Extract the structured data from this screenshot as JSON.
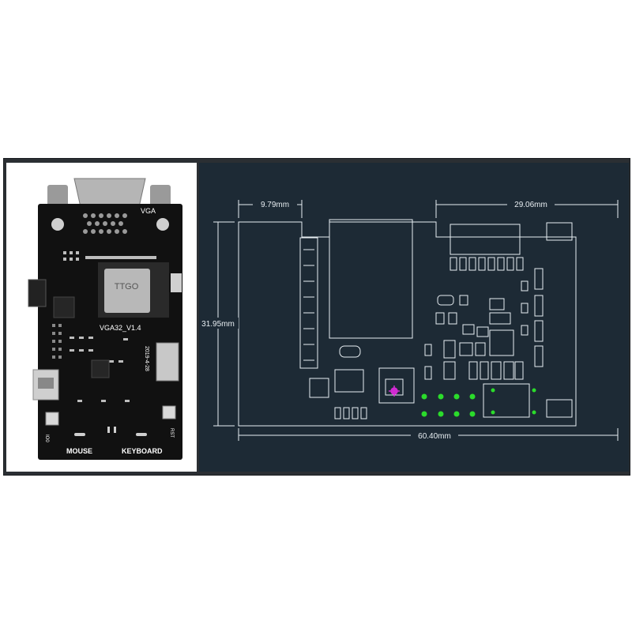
{
  "photo": {
    "board_label": "VGA32_V1.4",
    "vga_label": "VGA",
    "module_brand": "TTGO",
    "date_code": "2019-4-28",
    "mouse_label": "MOUSE",
    "keyboard_label": "KEYBOARD",
    "left_button_label": "IO0",
    "right_button_label": "RST"
  },
  "drawing": {
    "dim_top_left": "9.79mm",
    "dim_top_right": "29.06mm",
    "dim_height": "31.95mm",
    "dim_width": "60.40mm"
  },
  "colors": {
    "outer_frame": "#2b2f33",
    "drawing_bg": "#1d2a35",
    "line": "#e8eef2",
    "led_green": "#2bdc2b",
    "marker_magenta": "#d22bd2",
    "pcb_black": "#111111"
  }
}
